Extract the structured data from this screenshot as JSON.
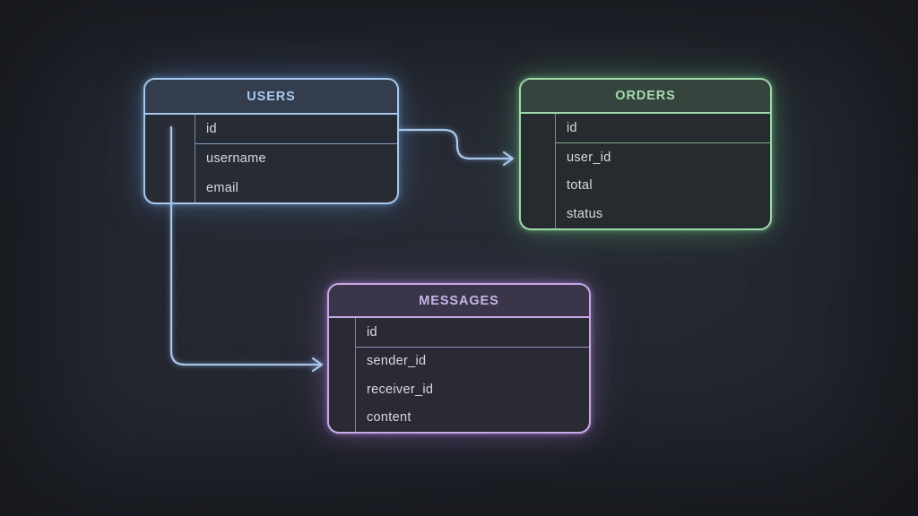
{
  "diagram": {
    "background_color": "#21242c",
    "connector_color": "#a8c7ea",
    "tables": [
      {
        "title": "USERS",
        "accent": "#a7c8ec",
        "header_bg": "#333d4d",
        "rows": [
          "id",
          "username",
          "email"
        ]
      },
      {
        "title": "ORDERS",
        "accent": "#9fd9a8",
        "header_bg": "#35443c",
        "rows": [
          "id",
          "user_id",
          "total",
          "status"
        ]
      },
      {
        "title": "MESSAGES",
        "accent": "#c9a9e8",
        "header_bg": "#3a3548",
        "rows": [
          "id",
          "sender_id",
          "receiver_id",
          "content"
        ]
      }
    ],
    "relations": [
      {
        "from": "USERS.id",
        "to": "ORDERS.user_id"
      },
      {
        "from": "USERS.id",
        "to": "MESSAGES.sender_id"
      }
    ]
  }
}
